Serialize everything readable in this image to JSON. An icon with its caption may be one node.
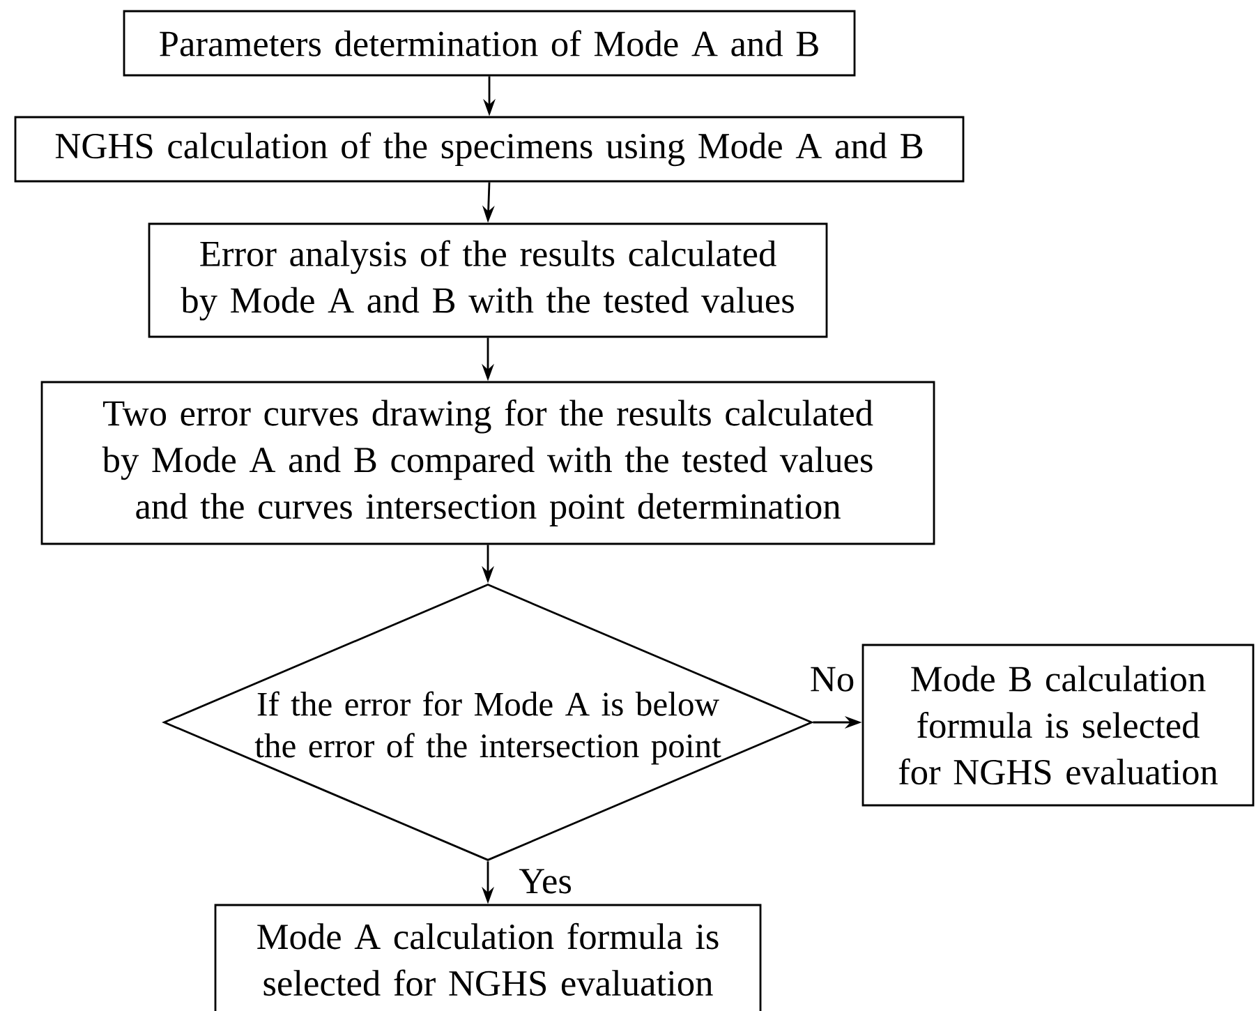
{
  "diagram": {
    "nodes": [
      {
        "text": [
          "Parameters determination of Mode A and B"
        ]
      },
      {
        "text": [
          "NGHS calculation of the specimens using Mode A and B"
        ]
      },
      {
        "text": [
          "Error analysis of the results calculated by Mode A and B with the tested values"
        ]
      },
      {
        "text": [
          "Two error curves drawing for the results calculated by Mode A and B compared with the tested values and the curves intersection point determination"
        ]
      },
      {
        "text": [
          "If the error for Mode A is below the error of the intersection point"
        ]
      },
      {
        "text": [
          "Mode B calculation formula is selected for NGHS evaluation"
        ]
      },
      {
        "text": [
          "Mode A calculation formula is selected for NGHS evaluation"
        ]
      }
    ],
    "edges": [
      {
        "from": 0,
        "to": 1,
        "arrow": "to"
      },
      {
        "from": 1,
        "to": 2,
        "arrow": "to"
      },
      {
        "from": 2,
        "to": 3,
        "arrow": "to"
      },
      {
        "from": 3,
        "to": 4,
        "arrow": "to"
      },
      {
        "from": 4,
        "to": 5,
        "arrow": "to",
        "label": "No"
      },
      {
        "from": 4,
        "to": 6,
        "arrow": "to",
        "label": "Yes"
      }
    ]
  }
}
